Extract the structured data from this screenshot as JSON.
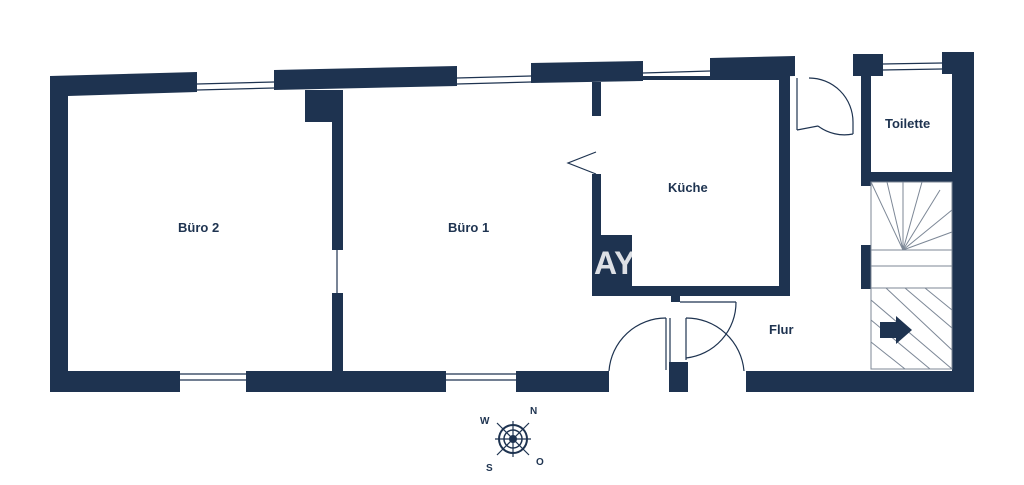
{
  "plan": {
    "wall_color": "#1e3350",
    "background": "#ffffff",
    "rooms": {
      "buero2": "Büro 2",
      "buero1": "Büro 1",
      "kueche": "Küche",
      "toilette": "Toilette",
      "flur": "Flur"
    },
    "compass": {
      "n": "N",
      "o": "O",
      "s": "S",
      "w": "W"
    }
  }
}
